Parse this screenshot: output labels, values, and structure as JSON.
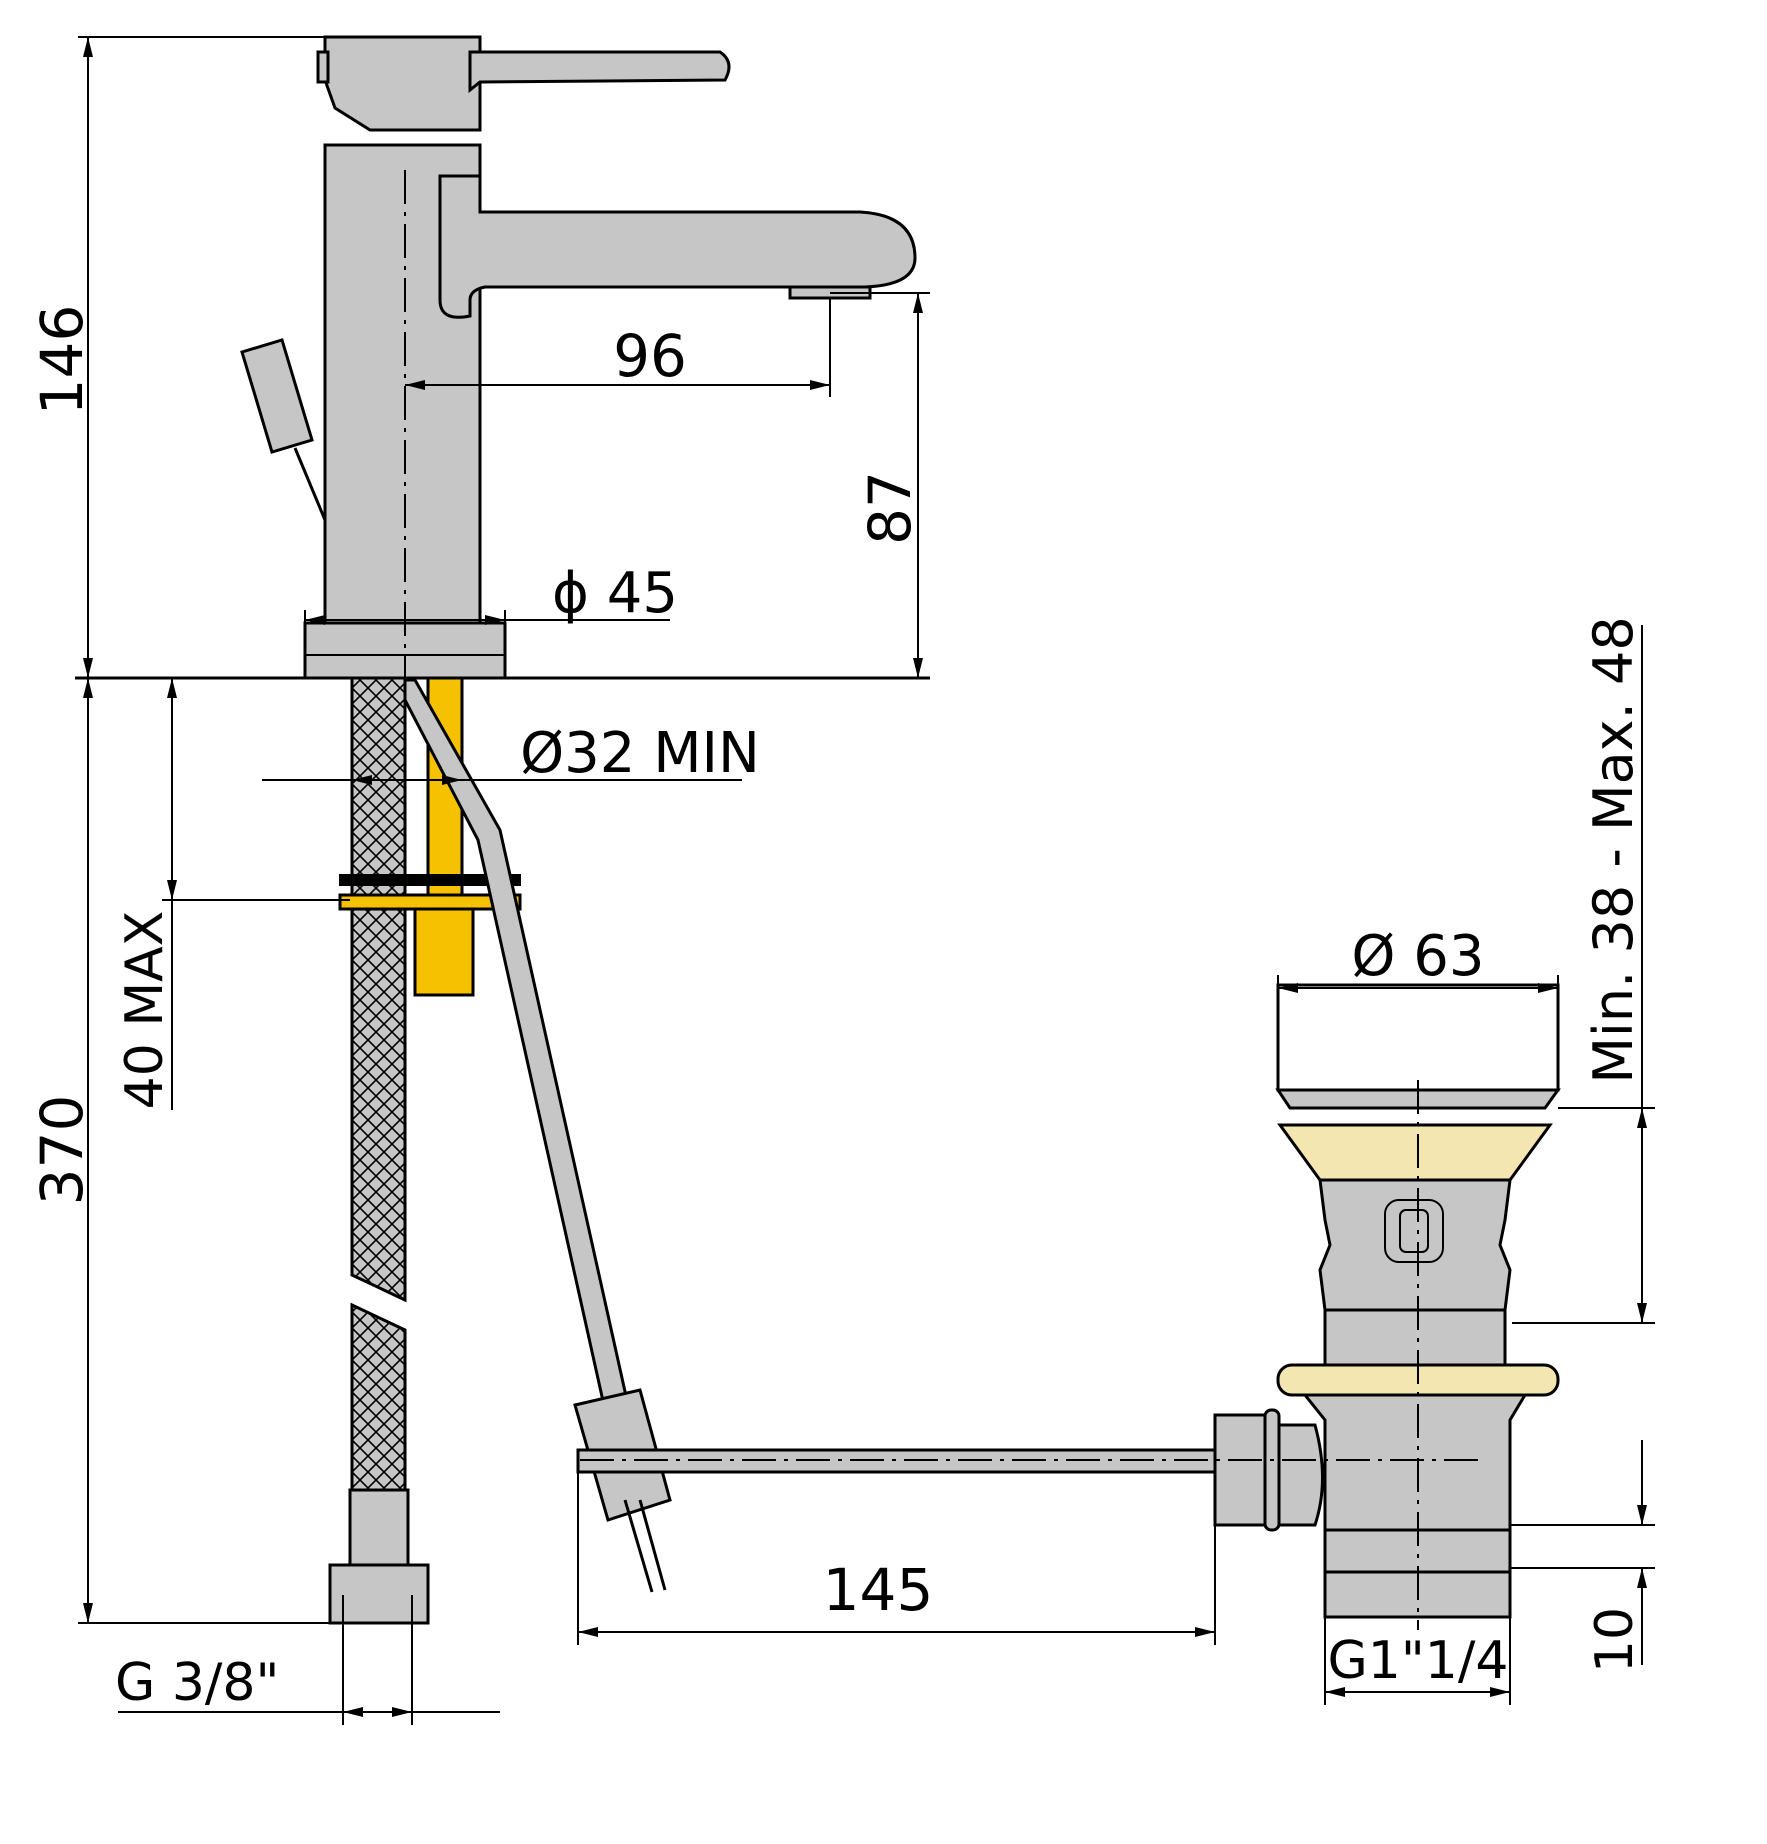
{
  "dimensions": {
    "total_height_top": "146",
    "spout_reach": "96",
    "spout_height": "87",
    "body_diameter": "ϕ 45",
    "hole_diameter": "Ø32 MIN",
    "deck_thickness": "40 MAX",
    "hose_length": "370",
    "hose_thread": "G 3/8\"",
    "waste_diameter": "Ø 63",
    "waste_range": "Min. 38 - Max. 48",
    "rod_length": "145",
    "waste_thread": "G1\"1/4",
    "waste_thread_height": "10"
  },
  "colors": {
    "metal": "#c6c6c6",
    "yellow_parts": "#f6c200",
    "gasket": "#f4e6b0",
    "line": "#000000"
  }
}
